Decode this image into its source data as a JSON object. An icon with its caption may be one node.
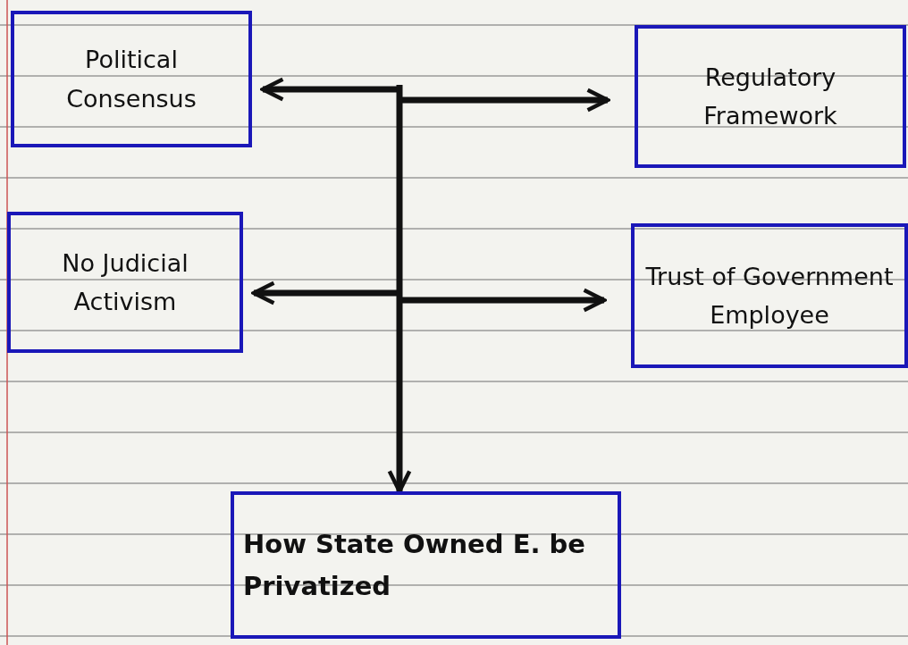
{
  "diagram": {
    "nodes": [
      {
        "text": [
          "Political Consensus"
        ]
      },
      {
        "text": [
          "Regulatory Framework"
        ]
      },
      {
        "text": [
          "No Judicial Activism"
        ]
      },
      {
        "text": [
          "Trust of Government Employee"
        ]
      },
      {
        "text": [
          "How State Owned E. be Privatized"
        ]
      }
    ],
    "edges": [
      {
        "from": null,
        "to": 0,
        "arrow": "to"
      },
      {
        "from": null,
        "to": 1,
        "arrow": "to"
      },
      {
        "from": null,
        "to": 2,
        "arrow": "to"
      },
      {
        "from": null,
        "to": 3,
        "arrow": "to"
      },
      {
        "from": null,
        "to": 4,
        "arrow": "to"
      }
    ]
  }
}
